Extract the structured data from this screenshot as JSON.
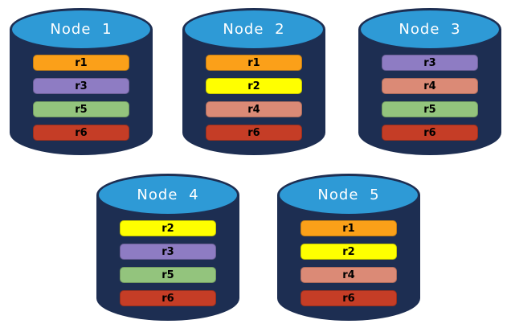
{
  "diagram": {
    "description": "Five database node cylinders showing replica range placement",
    "background": "#ffffff"
  },
  "colors": {
    "cylinder_body": "#1D2E52",
    "cylinder_top": "#2E9AD6",
    "title_text": "#ffffff",
    "bar_label_text": "#000000"
  },
  "replica_colors": {
    "r1": "#FBA019",
    "r2": "#FFFF00",
    "r3": "#8E7CC3",
    "r4": "#DB8A76",
    "r5": "#93C47D",
    "r6": "#C53D26"
  },
  "nodes": [
    {
      "title": "Node 1",
      "replicas": [
        "r1",
        "r3",
        "r5",
        "r6"
      ]
    },
    {
      "title": "Node 2",
      "replicas": [
        "r1",
        "r2",
        "r4",
        "r6"
      ]
    },
    {
      "title": "Node 3",
      "replicas": [
        "r3",
        "r4",
        "r5",
        "r6"
      ]
    },
    {
      "title": "Node 4",
      "replicas": [
        "r2",
        "r3",
        "r5",
        "r6"
      ]
    },
    {
      "title": "Node 5",
      "replicas": [
        "r1",
        "r2",
        "r4",
        "r6"
      ]
    }
  ]
}
